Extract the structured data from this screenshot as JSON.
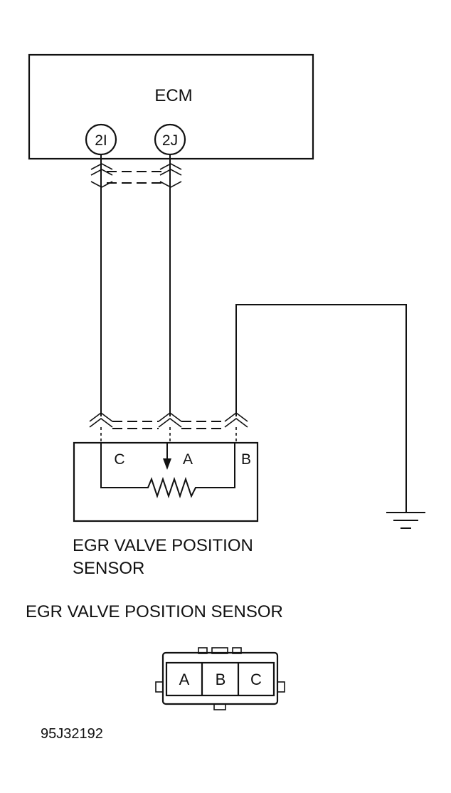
{
  "ecm": {
    "label": "ECM",
    "terminals": [
      "2I",
      "2J"
    ]
  },
  "sensor": {
    "pins": [
      "C",
      "A",
      "B"
    ],
    "label_line1": "EGR VALVE POSITION",
    "label_line2": "SENSOR"
  },
  "connector": {
    "title": "EGR VALVE POSITION SENSOR",
    "cavities": [
      "A",
      "B",
      "C"
    ]
  },
  "figure_id": "95J32192",
  "colors": {
    "ink": "#111111",
    "background": "#ffffff"
  }
}
